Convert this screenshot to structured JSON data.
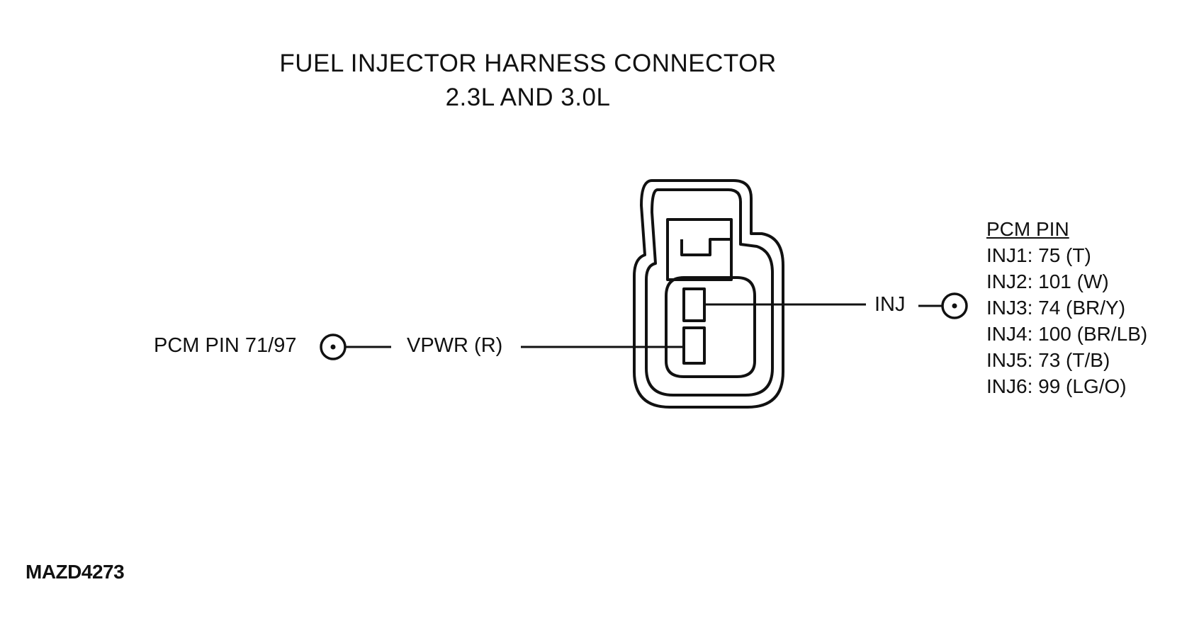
{
  "title": {
    "line1": "FUEL INJECTOR HARNESS CONNECTOR",
    "line2": "2.3L AND 3.0L"
  },
  "left_side": {
    "pcm_pin_label": "PCM PIN 71/97",
    "wire_label": "VPWR (R)"
  },
  "right_side": {
    "wire_label": "INJ"
  },
  "pin_table": {
    "header": "PCM PIN",
    "rows": [
      "INJ1: 75 (T)",
      "INJ2: 101 (W)",
      "INJ3: 74 (BR/Y)",
      "INJ4: 100 (BR/LB)",
      "INJ5: 73 (T/B)",
      "INJ6: 99 (LG/O)"
    ]
  },
  "figure_id": "MAZD4273",
  "colors": {
    "ink": "#111111",
    "background": "#ffffff"
  }
}
